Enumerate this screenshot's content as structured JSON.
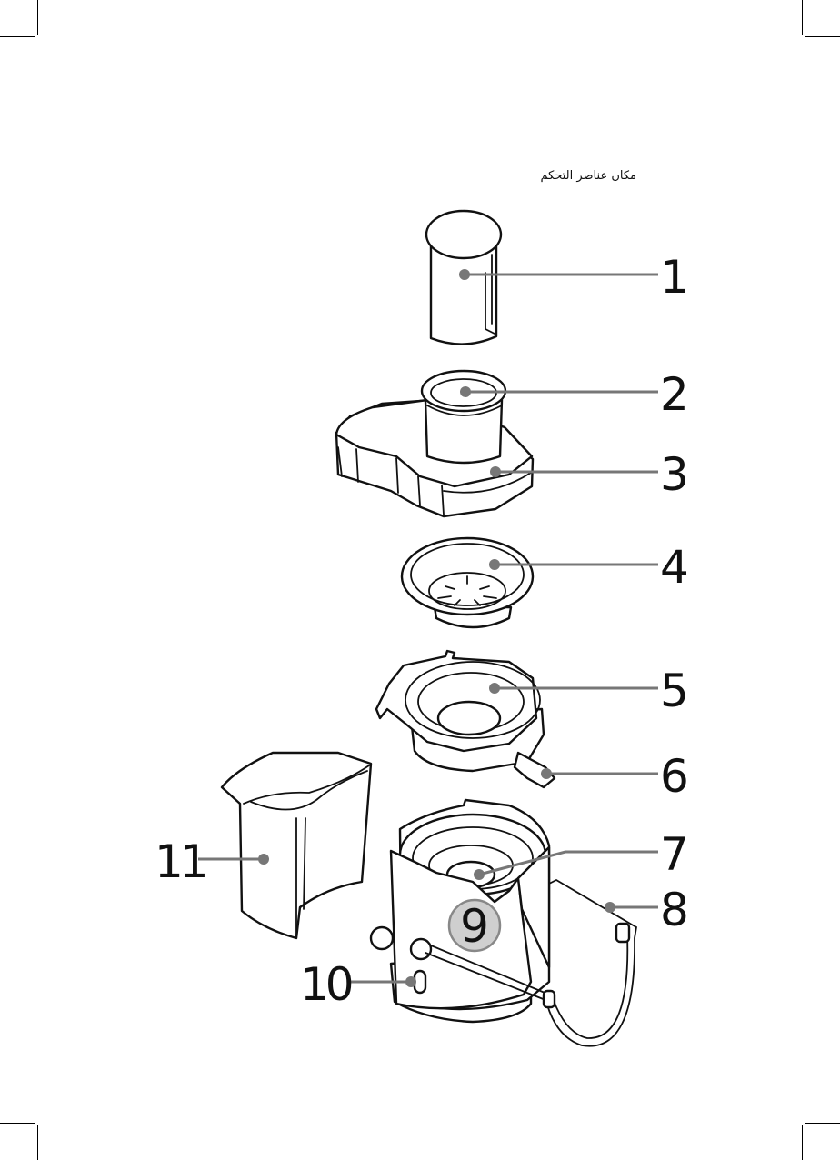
{
  "heading": "مكان عناصر التحكم",
  "callouts": [
    {
      "id": "1",
      "label": "1"
    },
    {
      "id": "2",
      "label": "2"
    },
    {
      "id": "3",
      "label": "3"
    },
    {
      "id": "4",
      "label": "4"
    },
    {
      "id": "5",
      "label": "5"
    },
    {
      "id": "6",
      "label": "6"
    },
    {
      "id": "7",
      "label": "7"
    },
    {
      "id": "8",
      "label": "8"
    },
    {
      "id": "9",
      "label": "9"
    },
    {
      "id": "10",
      "label": "10"
    },
    {
      "id": "11",
      "label": "11"
    }
  ],
  "colors": {
    "line": "#111111",
    "leader": "#777777",
    "badge_fill": "#cfcfcf"
  }
}
